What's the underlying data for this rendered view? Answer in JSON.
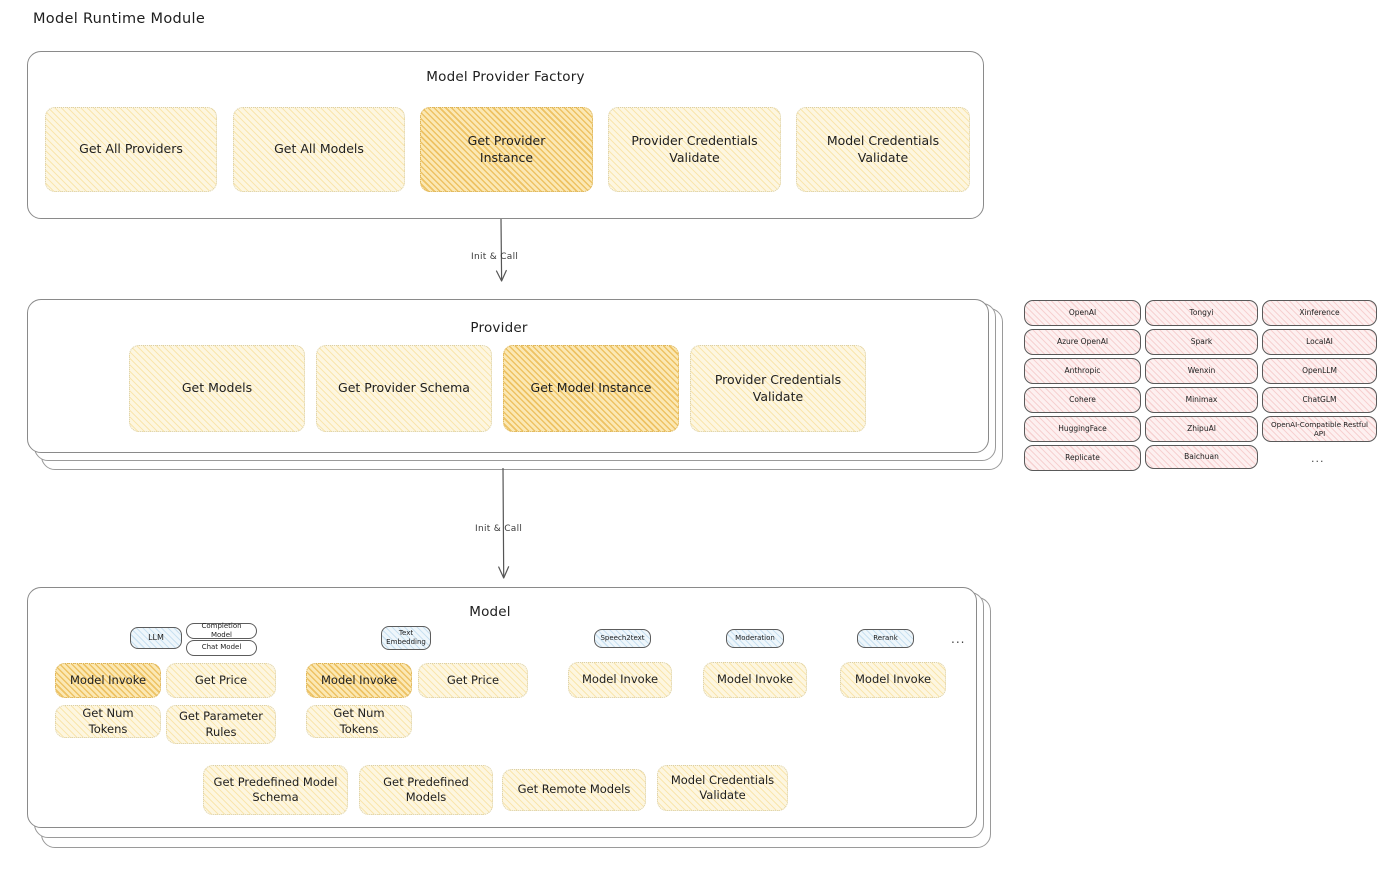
{
  "page": {
    "title": "Model Runtime Module",
    "colors": {
      "highlight_fill": "#fbe8b4",
      "node_fill": "#fdf6e0",
      "provider_fill": "#fdf0f0",
      "model_type_fill": "#eef6fb",
      "stroke": "#8a8a8a",
      "text": "#1e1e1e"
    }
  },
  "factory": {
    "title": "Model Provider Factory",
    "nodes": [
      {
        "label": "Get All Providers",
        "highlighted": false
      },
      {
        "label": "Get All Models",
        "highlighted": false
      },
      {
        "label": "Get Provider\nInstance",
        "highlighted": true
      },
      {
        "label": "Provider Credentials\nValidate",
        "highlighted": false
      },
      {
        "label": "Model Credentials\nValidate",
        "highlighted": false
      }
    ]
  },
  "arrows": [
    {
      "label": "Init & Call",
      "from": "factory",
      "to": "provider"
    },
    {
      "label": "Init & Call",
      "from": "provider",
      "to": "model"
    }
  ],
  "provider": {
    "title": "Provider",
    "nodes": [
      {
        "label": "Get Models",
        "highlighted": false
      },
      {
        "label": "Get Provider Schema",
        "highlighted": false
      },
      {
        "label": "Get Model Instance",
        "highlighted": true
      },
      {
        "label": "Provider Credentials\nValidate",
        "highlighted": false
      }
    ]
  },
  "provider_list": {
    "columns": [
      [
        "OpenAI",
        "Azure OpenAI",
        "Anthropic",
        "Cohere",
        "HuggingFace",
        "Replicate"
      ],
      [
        "Tongyi",
        "Spark",
        "Wenxin",
        "Minimax",
        "ZhipuAI",
        "Baichuan"
      ],
      [
        "Xinference",
        "LocalAI",
        "OpenLLM",
        "ChatGLM",
        "OpenAI-Compatible Restful API",
        "..."
      ]
    ]
  },
  "model": {
    "title": "Model",
    "more_indicator": "...",
    "types": [
      {
        "tag": "LLM",
        "subtags": [
          "Completion Model",
          "Chat Model"
        ],
        "nodes": [
          {
            "label": "Model Invoke",
            "highlighted": true
          },
          {
            "label": "Get Price",
            "highlighted": false
          },
          {
            "label": "Get Num Tokens",
            "highlighted": false
          },
          {
            "label": "Get Parameter\nRules",
            "highlighted": false
          }
        ]
      },
      {
        "tag": "Text\nEmbedding",
        "subtags": [],
        "nodes": [
          {
            "label": "Model Invoke",
            "highlighted": true
          },
          {
            "label": "Get Price",
            "highlighted": false
          },
          {
            "label": "Get Num Tokens",
            "highlighted": false
          }
        ]
      },
      {
        "tag": "Speech2text",
        "subtags": [],
        "nodes": [
          {
            "label": "Model Invoke",
            "highlighted": false
          }
        ]
      },
      {
        "tag": "Moderation",
        "subtags": [],
        "nodes": [
          {
            "label": "Model Invoke",
            "highlighted": false
          }
        ]
      },
      {
        "tag": "Rerank",
        "subtags": [],
        "nodes": [
          {
            "label": "Model Invoke",
            "highlighted": false
          }
        ]
      }
    ],
    "shared_nodes": [
      {
        "label": "Get Predefined Model\nSchema"
      },
      {
        "label": "Get Predefined\nModels"
      },
      {
        "label": "Get Remote Models"
      },
      {
        "label": "Model Credentials\nValidate"
      }
    ]
  }
}
